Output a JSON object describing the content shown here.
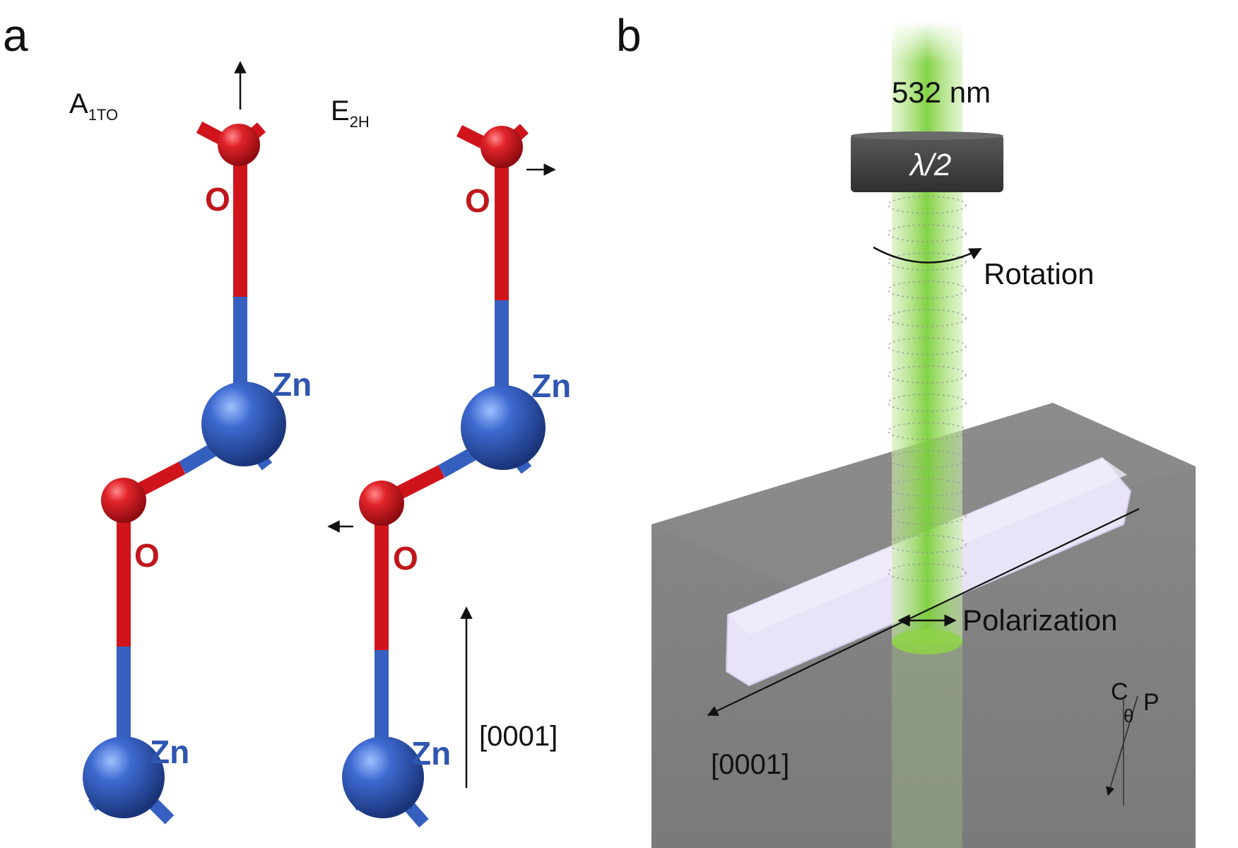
{
  "panel_a": {
    "label": "a",
    "modes": [
      {
        "base": "A",
        "sub": "1TO"
      },
      {
        "base": "E",
        "sub": "2H"
      }
    ],
    "atoms": {
      "oxygen": "O",
      "zinc": "Zn"
    },
    "axis_label": "[0001]",
    "colors": {
      "oxygen": "#d0141b",
      "zinc": "#3560c0"
    }
  },
  "panel_b": {
    "label": "b",
    "wavelength": "532 nm",
    "waveplate": "λ/2",
    "rotation_label": "Rotation",
    "polarization_label": "Polarization",
    "axis_label": "[0001]",
    "angle_labels": {
      "c": "C",
      "theta": "θ",
      "p": "P"
    },
    "colors": {
      "beam": "#8fd24a",
      "substrate": "#808080",
      "nanowire": "#e6e0f5",
      "waveplate": "#3e3e3e"
    }
  }
}
